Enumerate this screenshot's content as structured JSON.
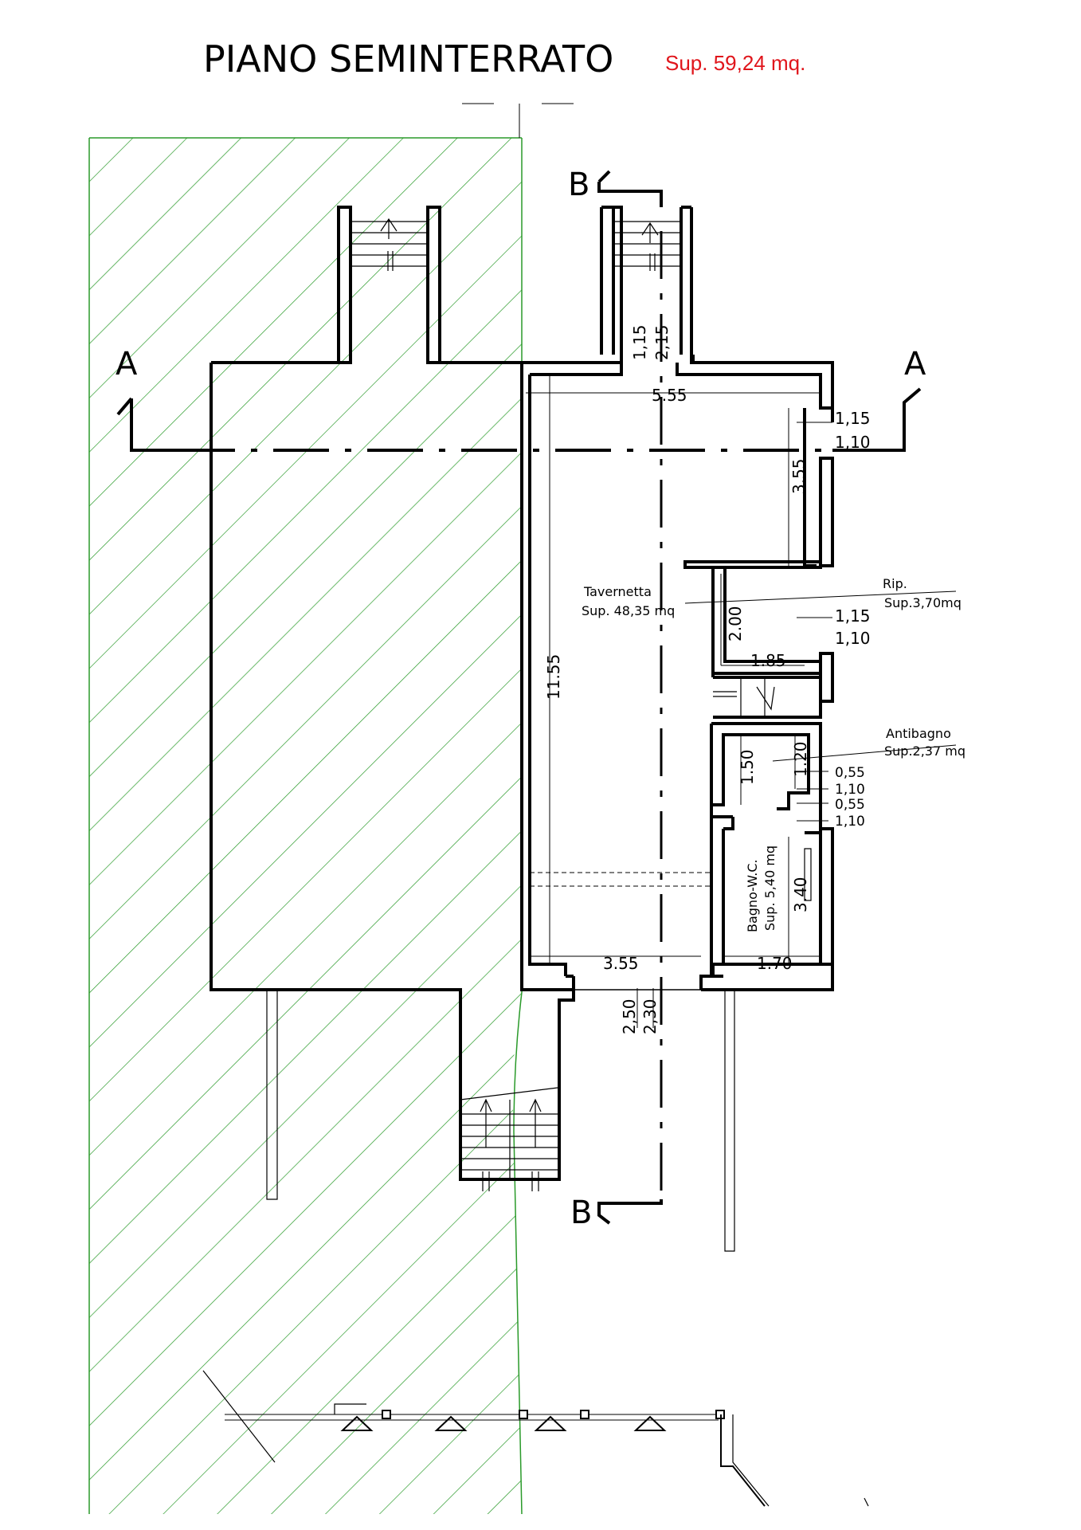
{
  "header": {
    "title": "PIANO SEMINTERRATO",
    "surface": "Sup. 59,24 mq."
  },
  "sections": {
    "a_left": "A",
    "a_right": "A",
    "b_top": "B",
    "b_bottom": "B"
  },
  "rooms": {
    "tavernetta_name": "Tavernetta",
    "tavernetta_area": "Sup. 48,35 mq",
    "rip_name": "Rip.",
    "rip_area": "Sup.3,70mq",
    "antibagno_name": "Antibagno",
    "antibagno_area": "Sup.2,37 mq",
    "bagno_name": "Bagno-W.C.",
    "bagno_area": "Sup. 5,40 mq"
  },
  "dimensions": {
    "top_width": "5.55",
    "entry_115": "1,15",
    "entry_215": "2,15",
    "win1_top": "1,15",
    "win1_bottom": "1,10",
    "upper_height": "3.55",
    "rip_height": "2.00",
    "rip_width": "1.85",
    "win2_top": "1,15",
    "win2_bottom": "1,10",
    "total_height": "11.55",
    "anti_left": "1.50",
    "anti_right": "1.20",
    "w_055a": "0,55",
    "w_110a": "1,10",
    "w_055b": "0,55",
    "w_110b": "1,10",
    "bagno_height": "3.40",
    "bottom_left": "3.55",
    "bottom_right": "1.70",
    "door_250": "2,50",
    "door_230": "2,30"
  }
}
